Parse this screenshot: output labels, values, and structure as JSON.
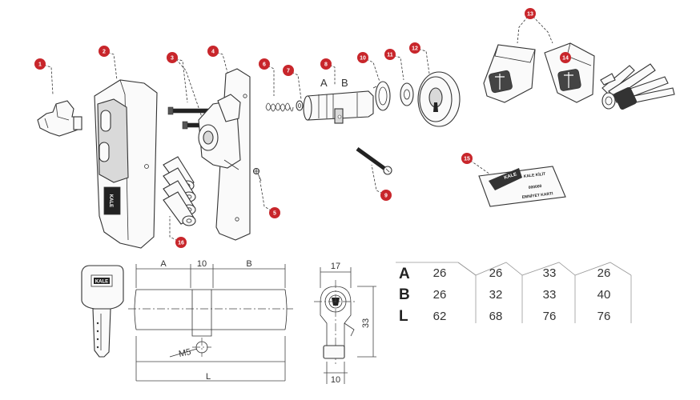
{
  "callouts": [
    "1",
    "2",
    "3",
    "4",
    "5",
    "6",
    "7",
    "8",
    "9",
    "10",
    "11",
    "12",
    "13",
    "14",
    "15",
    "16"
  ],
  "cylinder_labels": {
    "a": "A",
    "b": "B"
  },
  "logo": "KALE",
  "card": {
    "line1": "KALE KİLİT",
    "line2": "000000",
    "line3": "EMNİYET KARTI"
  },
  "drawing": {
    "dim_a": "A",
    "dim_10_top": "10",
    "dim_b": "B",
    "dim_m5": "M5",
    "dim_l": "L",
    "dim_17": "17",
    "dim_33": "33",
    "dim_10_bottom": "10"
  },
  "size_table": {
    "row_labels": [
      "A",
      "B",
      "L"
    ],
    "columns": [
      {
        "A": "26",
        "B": "26",
        "L": "62"
      },
      {
        "A": "26",
        "B": "32",
        "L": "68"
      },
      {
        "A": "33",
        "B": "33",
        "L": "76"
      },
      {
        "A": "26",
        "B": "40",
        "L": "76"
      }
    ]
  },
  "colors": {
    "callout": "#c8262b",
    "line": "#333333"
  }
}
